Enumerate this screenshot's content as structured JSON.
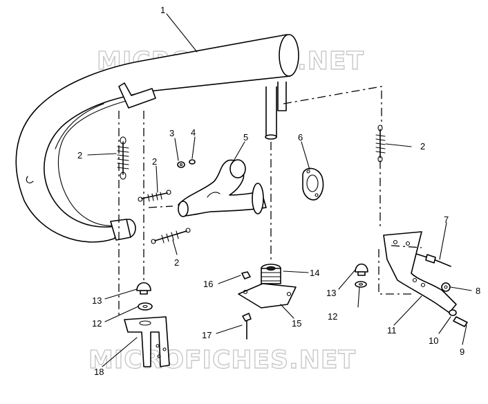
{
  "watermarks": [
    "MICROFICHES.NET",
    "MICROFICHES.NET"
  ],
  "callouts": [
    "1",
    "2",
    "2",
    "2",
    "2",
    "3",
    "4",
    "5",
    "6",
    "7",
    "8",
    "9",
    "10",
    "11",
    "12",
    "12",
    "13",
    "13",
    "14",
    "15",
    "16",
    "17",
    "18"
  ]
}
